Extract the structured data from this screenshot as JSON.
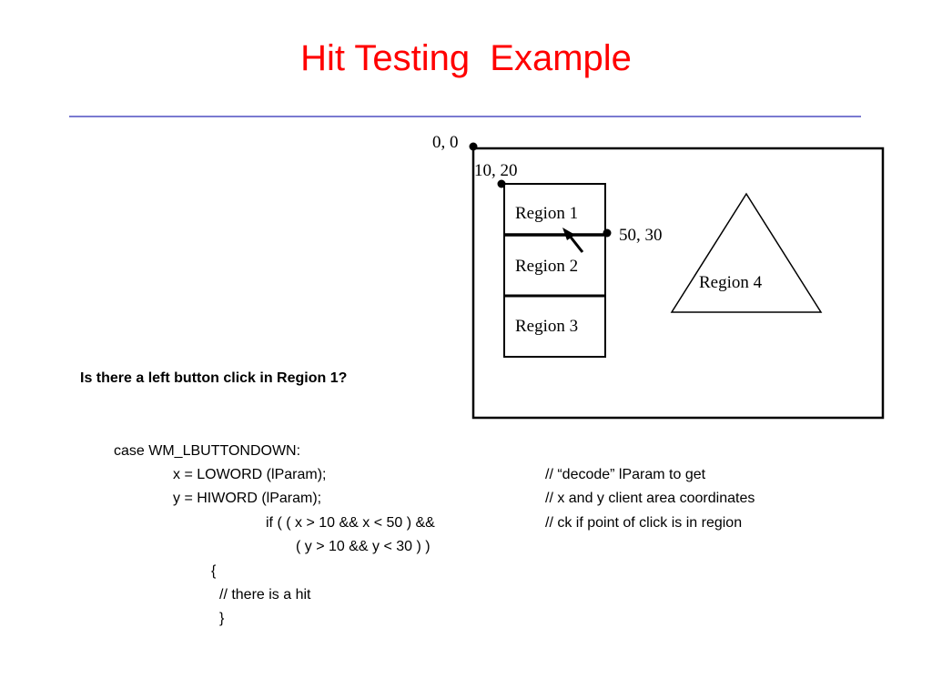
{
  "title": "Hit Testing  Example",
  "diagram": {
    "origin_label": "0, 0",
    "region1_corner_label": "10, 20",
    "region1_end_label": "50, 30",
    "regions": [
      "Region 1",
      "Region 2",
      "Region 3",
      "Region 4"
    ]
  },
  "question": "Is there a left button click in Region 1?",
  "code": {
    "case_line": "case WM_LBUTTONDOWN:",
    "x_line": "x = LOWORD (lParam);",
    "y_line": "y = HIWORD (lParam);",
    "if_line": "if ( ( x > 10 && x < 50 ) &&",
    "if_cont_line": "( y > 10 && y < 30 ) )",
    "open_brace": "{",
    "hit_comment": "// there is a hit",
    "close_brace": "}",
    "comment_decode": "// “decode” lParam to get",
    "comment_coords": "// x and y client area coordinates",
    "comment_check": "// ck if point of click is in region"
  }
}
